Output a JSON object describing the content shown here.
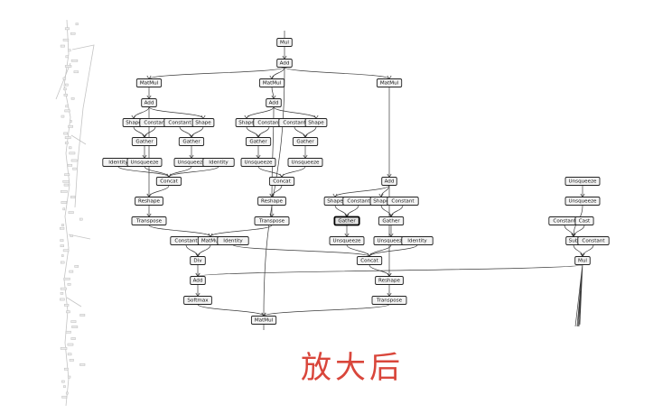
{
  "caption": "放大后",
  "colors": {
    "caption": "#d9463b",
    "node_fill": "#f4f4f4",
    "node_stroke": "#222222",
    "edge": "#3a3a3a",
    "minimap": "#c4c4c4"
  },
  "graph": {
    "selected_node": "n_gather_c1",
    "nodes": [
      {
        "id": "n_mul_top",
        "label": "Mul"
      },
      {
        "id": "n_add_top",
        "label": "Add"
      },
      {
        "id": "n_matmul_a",
        "label": "MatMul"
      },
      {
        "id": "n_matmul_b",
        "label": "MatMul"
      },
      {
        "id": "n_matmul_c",
        "label": "MatMul"
      },
      {
        "id": "n_add_a",
        "label": "Add"
      },
      {
        "id": "n_add_b",
        "label": "Add"
      },
      {
        "id": "n_shape_a1",
        "label": "Shape"
      },
      {
        "id": "n_const_a1",
        "label": "Constant"
      },
      {
        "id": "n_const_a2",
        "label": "Constant"
      },
      {
        "id": "n_shape_a2",
        "label": "Shape"
      },
      {
        "id": "n_shape_b1",
        "label": "Shape"
      },
      {
        "id": "n_const_b1",
        "label": "Constant"
      },
      {
        "id": "n_const_b2",
        "label": "Constant"
      },
      {
        "id": "n_shape_b2",
        "label": "Shape"
      },
      {
        "id": "n_gather_a1",
        "label": "Gather"
      },
      {
        "id": "n_gather_a2",
        "label": "Gather"
      },
      {
        "id": "n_gather_b1",
        "label": "Gather"
      },
      {
        "id": "n_gather_b2",
        "label": "Gather"
      },
      {
        "id": "n_ident_a1",
        "label": "Identity"
      },
      {
        "id": "n_unsq_a1",
        "label": "Unsqueeze"
      },
      {
        "id": "n_unsq_a2",
        "label": "Unsqueeze"
      },
      {
        "id": "n_ident_a2",
        "label": "Identity"
      },
      {
        "id": "n_unsq_b1",
        "label": "Unsqueeze"
      },
      {
        "id": "n_unsq_b2",
        "label": "Unsqueeze"
      },
      {
        "id": "n_concat_a",
        "label": "Concat"
      },
      {
        "id": "n_concat_b",
        "label": "Concat"
      },
      {
        "id": "n_reshape_a",
        "label": "Reshape"
      },
      {
        "id": "n_reshape_b",
        "label": "Reshape"
      },
      {
        "id": "n_transpose_a",
        "label": "Transpose"
      },
      {
        "id": "n_transpose_b",
        "label": "Transpose"
      },
      {
        "id": "n_add_c",
        "label": "Add"
      },
      {
        "id": "n_shape_c1",
        "label": "Shape"
      },
      {
        "id": "n_const_c1",
        "label": "Constant"
      },
      {
        "id": "n_shape_c2",
        "label": "Shape"
      },
      {
        "id": "n_const_c2",
        "label": "Constant"
      },
      {
        "id": "n_gather_c1",
        "label": "Gather"
      },
      {
        "id": "n_gather_c2",
        "label": "Gather"
      },
      {
        "id": "n_unsq_c1",
        "label": "Unsqueeze"
      },
      {
        "id": "n_unsq_c2",
        "label": "Unsqueeze"
      },
      {
        "id": "n_ident_c",
        "label": "Identity"
      },
      {
        "id": "n_concat_c",
        "label": "Concat"
      },
      {
        "id": "n_reshape_c",
        "label": "Reshape"
      },
      {
        "id": "n_transpose_c",
        "label": "Transpose"
      },
      {
        "id": "n_const_m",
        "label": "Constant"
      },
      {
        "id": "n_matmul_m",
        "label": "MatMul"
      },
      {
        "id": "n_ident_m",
        "label": "Identity"
      },
      {
        "id": "n_div",
        "label": "Div"
      },
      {
        "id": "n_add_m",
        "label": "Add"
      },
      {
        "id": "n_softmax",
        "label": "Softmax"
      },
      {
        "id": "n_matmul_out",
        "label": "MatMul"
      },
      {
        "id": "n_unsq_r1",
        "label": "Unsqueeze"
      },
      {
        "id": "n_unsq_r2",
        "label": "Unsqueeze"
      },
      {
        "id": "n_const_r1",
        "label": "Constant"
      },
      {
        "id": "n_cast",
        "label": "Cast"
      },
      {
        "id": "n_sub",
        "label": "Sub"
      },
      {
        "id": "n_const_r2",
        "label": "Constant"
      },
      {
        "id": "n_mul_r",
        "label": "Mul"
      }
    ],
    "edges": [
      [
        "n_mul_top",
        "n_add_top"
      ],
      [
        "n_add_top",
        "n_matmul_a"
      ],
      [
        "n_add_top",
        "n_matmul_b"
      ],
      [
        "n_add_top",
        "n_matmul_c"
      ],
      [
        "n_add_top",
        "n_matmul_out"
      ],
      [
        "n_matmul_a",
        "n_add_a"
      ],
      [
        "n_matmul_b",
        "n_add_b"
      ],
      [
        "n_matmul_c",
        "n_add_c"
      ],
      [
        "n_add_a",
        "n_shape_a1"
      ],
      [
        "n_add_a",
        "n_shape_a2"
      ],
      [
        "n_add_a",
        "n_reshape_a"
      ],
      [
        "n_add_b",
        "n_shape_b1"
      ],
      [
        "n_add_b",
        "n_shape_b2"
      ],
      [
        "n_add_b",
        "n_reshape_b"
      ],
      [
        "n_shape_a1",
        "n_gather_a1"
      ],
      [
        "n_const_a1",
        "n_gather_a1"
      ],
      [
        "n_const_a2",
        "n_gather_a2"
      ],
      [
        "n_shape_a2",
        "n_gather_a2"
      ],
      [
        "n_shape_b1",
        "n_gather_b1"
      ],
      [
        "n_const_b1",
        "n_gather_b1"
      ],
      [
        "n_const_b2",
        "n_gather_b2"
      ],
      [
        "n_shape_b2",
        "n_gather_b2"
      ],
      [
        "n_gather_a1",
        "n_unsq_a1"
      ],
      [
        "n_gather_a2",
        "n_unsq_a2"
      ],
      [
        "n_gather_b1",
        "n_unsq_b1"
      ],
      [
        "n_gather_b2",
        "n_unsq_b2"
      ],
      [
        "n_ident_a1",
        "n_concat_a"
      ],
      [
        "n_unsq_a1",
        "n_concat_a"
      ],
      [
        "n_unsq_a2",
        "n_concat_a"
      ],
      [
        "n_ident_a2",
        "n_concat_a"
      ],
      [
        "n_unsq_b1",
        "n_concat_b"
      ],
      [
        "n_unsq_b2",
        "n_concat_b"
      ],
      [
        "n_concat_a",
        "n_reshape_a"
      ],
      [
        "n_concat_b",
        "n_reshape_b"
      ],
      [
        "n_reshape_a",
        "n_transpose_a"
      ],
      [
        "n_reshape_b",
        "n_transpose_b"
      ],
      [
        "n_transpose_a",
        "n_matmul_m"
      ],
      [
        "n_transpose_b",
        "n_matmul_m"
      ],
      [
        "n_add_c",
        "n_shape_c1"
      ],
      [
        "n_add_c",
        "n_shape_c2"
      ],
      [
        "n_add_c",
        "n_reshape_c"
      ],
      [
        "n_shape_c1",
        "n_gather_c1"
      ],
      [
        "n_const_c1",
        "n_gather_c1"
      ],
      [
        "n_shape_c2",
        "n_gather_c2"
      ],
      [
        "n_const_c2",
        "n_gather_c2"
      ],
      [
        "n_gather_c1",
        "n_unsq_c1"
      ],
      [
        "n_gather_c2",
        "n_unsq_c2"
      ],
      [
        "n_unsq_c1",
        "n_concat_c"
      ],
      [
        "n_unsq_c2",
        "n_concat_c"
      ],
      [
        "n_ident_c",
        "n_concat_c"
      ],
      [
        "n_ident_m",
        "n_concat_c"
      ],
      [
        "n_concat_c",
        "n_reshape_c"
      ],
      [
        "n_reshape_c",
        "n_transpose_c"
      ],
      [
        "n_transpose_c",
        "n_matmul_out"
      ],
      [
        "n_matmul_m",
        "n_div"
      ],
      [
        "n_const_m",
        "n_div"
      ],
      [
        "n_div",
        "n_add_m"
      ],
      [
        "n_add_m",
        "n_softmax"
      ],
      [
        "n_softmax",
        "n_matmul_out"
      ],
      [
        "n_mul_r",
        "n_add_m"
      ],
      [
        "n_unsq_r1",
        "n_unsq_r2"
      ],
      [
        "n_unsq_r2",
        "n_sub"
      ],
      [
        "n_const_r1",
        "n_sub"
      ],
      [
        "n_cast",
        "n_sub"
      ],
      [
        "n_sub",
        "n_mul_r"
      ],
      [
        "n_const_r2",
        "n_mul_r"
      ]
    ]
  }
}
